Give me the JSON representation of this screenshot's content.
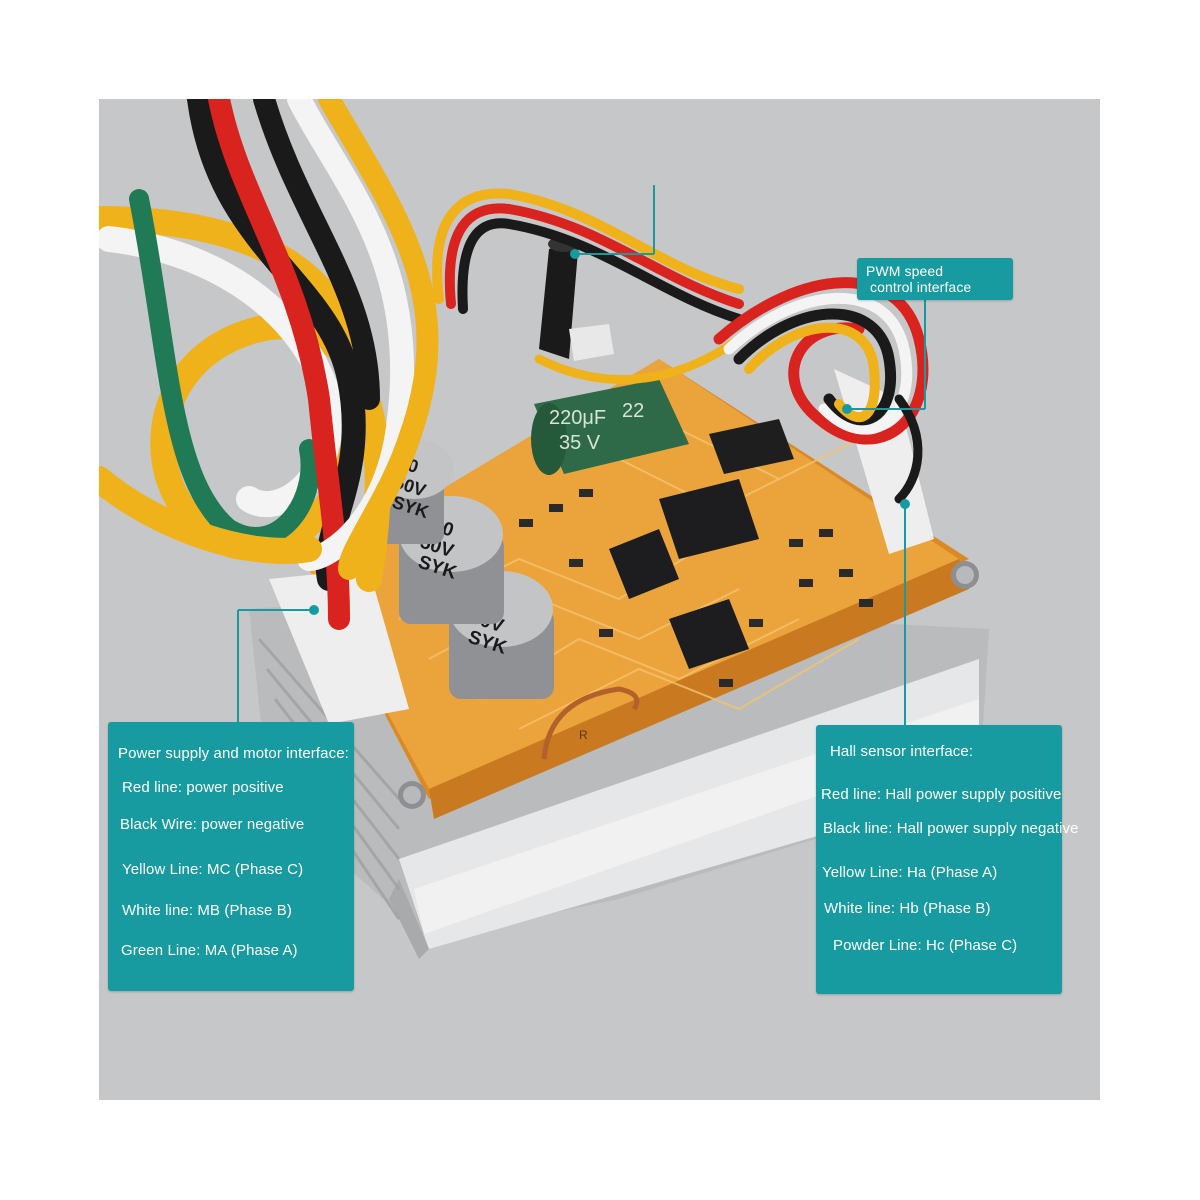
{
  "callouts": {
    "pwm": {
      "title_line1": "PWM speed",
      "title_line2": "control interface"
    },
    "power": {
      "title": "Power supply and motor interface:",
      "items": [
        "Red line: power positive",
        "Black Wire: power negative",
        "Yellow Line: MC (Phase C)",
        "White line: MB (Phase B)",
        "Green Line: MA (Phase A)"
      ]
    },
    "hall": {
      "title": "Hall sensor interface:",
      "items": [
        "Red line: Hall power supply positive",
        "Black line: Hall power supply negative",
        "Yellow Line: Ha (Phase A)",
        "White line: Hb (Phase B)",
        "Powder Line: Hc (Phase C)"
      ]
    }
  },
  "board_markings": {
    "cap_small": "220μF",
    "cap_small_voltage": "35 V",
    "cap_small_2": "22",
    "cap_large_value": "220",
    "cap_large_voltage": "50V",
    "cap_large_brand": "SYK",
    "cap_partial_value": "50",
    "cap_partial_voltage": "50V",
    "pcb_letter": "R"
  },
  "colors": {
    "callout_bg": "#179aa0",
    "background": "#c6c7c8",
    "pcb": "#e9a13a",
    "heatsink": "#d9dadb",
    "wire_red": "#d8231f",
    "wire_yellow": "#f0b21a",
    "wire_black": "#1a1a1a",
    "wire_white": "#f4f4f4",
    "wire_green": "#1f7a55"
  }
}
